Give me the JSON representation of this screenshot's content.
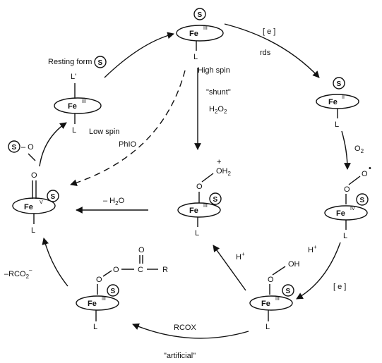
{
  "species": {
    "resting": {
      "fe": "Fe",
      "ox": "III",
      "ligands": [
        "L'",
        "L"
      ],
      "s": "S"
    },
    "high_spin": {
      "fe": "Fe",
      "ox": "III",
      "ligands": [
        "L"
      ],
      "s": "S"
    },
    "ferrous": {
      "fe": "Fe",
      "ox": "II",
      "ligands": [
        "L"
      ],
      "s": "S"
    },
    "superoxo": {
      "fe": "Fe",
      "ox": "IV",
      "ligands": [
        "L"
      ],
      "s": "S",
      "o1": "O",
      "o2": "O",
      "charge": "•"
    },
    "hydroperoxo": {
      "fe": "Fe",
      "ox": "III",
      "ligands": [
        "L"
      ],
      "s": "S",
      "o1": "O",
      "oh": "OH"
    },
    "protonated": {
      "fe": "Fe",
      "ox": "III",
      "ligands": [
        "L"
      ],
      "s": "S",
      "o1": "O",
      "oh2": "OH",
      "oh2_sub": "2",
      "plus": "+"
    },
    "oxo": {
      "fe": "Fe",
      "ox": "V",
      "ligands": [
        "L"
      ],
      "s": "S",
      "o": "O"
    },
    "peracyl": {
      "fe": "Fe",
      "ox": "III",
      "ligands": [
        "L"
      ],
      "s": "S",
      "o1": "O",
      "o2": "O",
      "c": "C",
      "r": "R",
      "co": "O"
    }
  },
  "labels": {
    "resting_form": "Resting form",
    "low_spin": "Low spin",
    "high_spin": "High spin",
    "rds": "rds",
    "e_top": "e",
    "e_right": "e",
    "o2": "O",
    "o2_sub": "2",
    "h_plus_right": "H",
    "h_plus_mid": "H",
    "plus": "+",
    "minus_h2o": "– H",
    "minus_h2o_sub": "2",
    "minus_h2o_tail": "O",
    "shunt": "\"shunt\"",
    "h2o2_a": "H",
    "h2o2_sub": "2",
    "h2o2_b": "O",
    "h2o2_sub2": "2",
    "phio": "PhIO",
    "rcox": "RCOX",
    "artificial": "\"artificial\"",
    "rco2": "–RCO",
    "rco2_sub": "2",
    "rco2_sup": "–",
    "so_s": "S",
    "so_o": "– O"
  }
}
